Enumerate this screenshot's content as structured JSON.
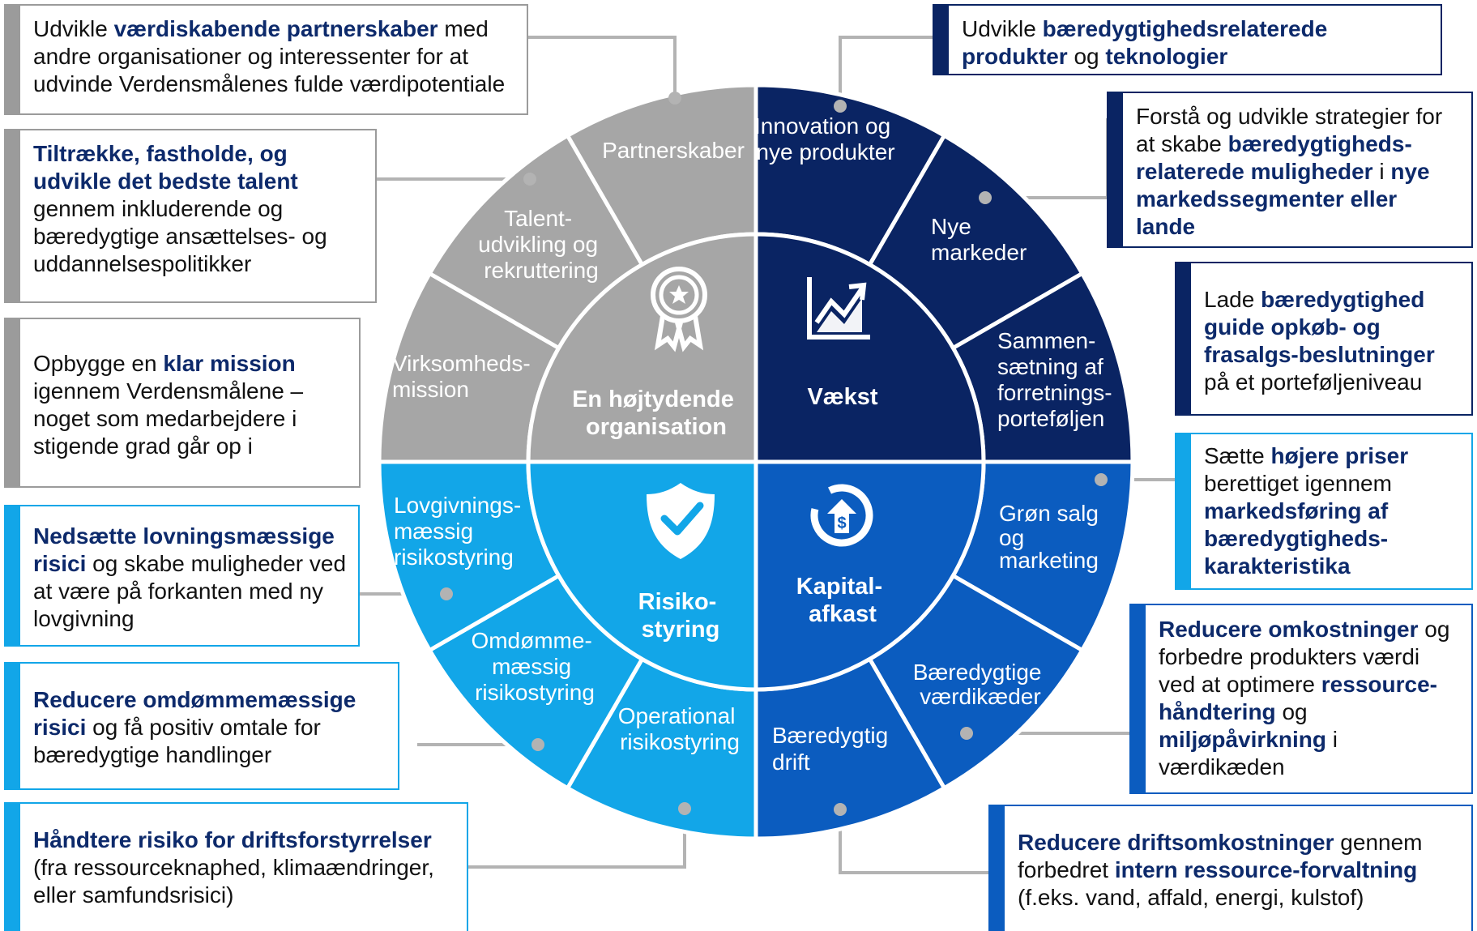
{
  "colors": {
    "gray": "#a6a6a6",
    "navy": "#0a2463",
    "blue": "#0b5cbf",
    "cyan": "#12a6e8",
    "connector": "#a6a6a6",
    "highlight_text": "#0d2a6b"
  },
  "quadrants": {
    "organisation": {
      "line1": "En højtydende",
      "line2": "organisation",
      "icon": "award-ribbon-icon"
    },
    "growth": {
      "line1": "Vækst",
      "icon": "growth-chart-icon"
    },
    "risk": {
      "line1": "Risiko-",
      "line2": "styring",
      "icon": "shield-check-icon"
    },
    "capital": {
      "line1": "Kapital-",
      "line2": "afkast",
      "icon": "dollar-return-icon"
    }
  },
  "segments": {
    "partnerskaber": [
      "Partnerskaber"
    ],
    "talent": [
      "Talent-",
      "udvikling og",
      "rekruttering"
    ],
    "mission": [
      "Virksomheds-",
      "mission"
    ],
    "innovation": [
      "Innovation og",
      "nye produkter"
    ],
    "markeder": [
      "Nye",
      "markeder"
    ],
    "portefolje": [
      "Sammen-",
      "sætning af",
      "forretnings-",
      "porteføljen"
    ],
    "lovgivning": [
      "Lovgivnings-",
      "mæssig",
      "risikostyring"
    ],
    "omdomme": [
      "Omdømme-",
      "mæssig",
      "risikostyring"
    ],
    "operational": [
      "Operational",
      "risikostyring"
    ],
    "salg": [
      "Grøn salg",
      "og",
      "marketing"
    ],
    "vaerdikaeder": [
      "Bæredygtige",
      "værdikæder"
    ],
    "drift": [
      "Bæredygtig",
      "drift"
    ]
  },
  "callouts": {
    "partnerskaber": {
      "t1": "Udvikle ",
      "b1": "værdiskabende partnerskaber",
      "t2": " med andre organisationer og interessenter for at udvinde Verdensmålenes fulde værdipotentiale"
    },
    "talent": {
      "b1": "Tiltrække, fastholde, og udvikle det bedste talent",
      "t1": " gennem inkluderende og bæredygtige ansættelses- og uddannelsespolitikker"
    },
    "mission": {
      "t1": "Opbygge en ",
      "b1": "klar mission",
      "t2": " igennem Verdensmålene – noget som medarbejdere i stigende grad går op i"
    },
    "lovgivning": {
      "b1": "Nedsætte lovningsmæssige risici",
      "t1": " og skabe muligheder ved at være på forkanten med ny lovgivning"
    },
    "omdomme": {
      "b1": "Reducere omdømmemæssige risici",
      "t1": " og få positiv omtale for bæredygtige handlinger"
    },
    "operational": {
      "b1": "Håndtere risiko for driftsforstyrrelser",
      "t1": " (fra ressourceknaphed, klimaændringer, eller samfundsrisici)"
    },
    "innovation": {
      "t1": "Udvikle ",
      "b1": "bæredygtighedsrelaterede produkter",
      "t2": " og ",
      "b2": "teknologier"
    },
    "markeder": {
      "t1": "Forstå og udvikle strategier for at skabe ",
      "b1": "bæredygtigheds-relaterede muligheder",
      "t2": " i ",
      "b2": "nye markedssegmenter eller lande"
    },
    "portefolje": {
      "t1": "Lade ",
      "b1": "bæredygtighed guide opkøb- og frasalgs-beslutninger",
      "t2": " på et porteføljeniveau"
    },
    "salg": {
      "t1": "Sætte ",
      "b1": "højere priser",
      "t2": " berettiget igennem ",
      "b2": "markedsføring af bæredygtigheds-karakteristika"
    },
    "vaerdikaeder": {
      "b1": "Reducere omkostninger",
      "t1": " og forbedre produkters værdi ved at optimere ",
      "b2": "ressource-håndtering",
      "t2": " og ",
      "b3": "miljøpåvirkning",
      "t3": " i værdikæden"
    },
    "drift": {
      "b1": "Reducere driftsomkostninger",
      "t1": " gennem forbedret ",
      "b2": "intern ressource-forvaltning",
      "t2": " (f.eks. vand, affald, energi, kulstof)"
    }
  }
}
